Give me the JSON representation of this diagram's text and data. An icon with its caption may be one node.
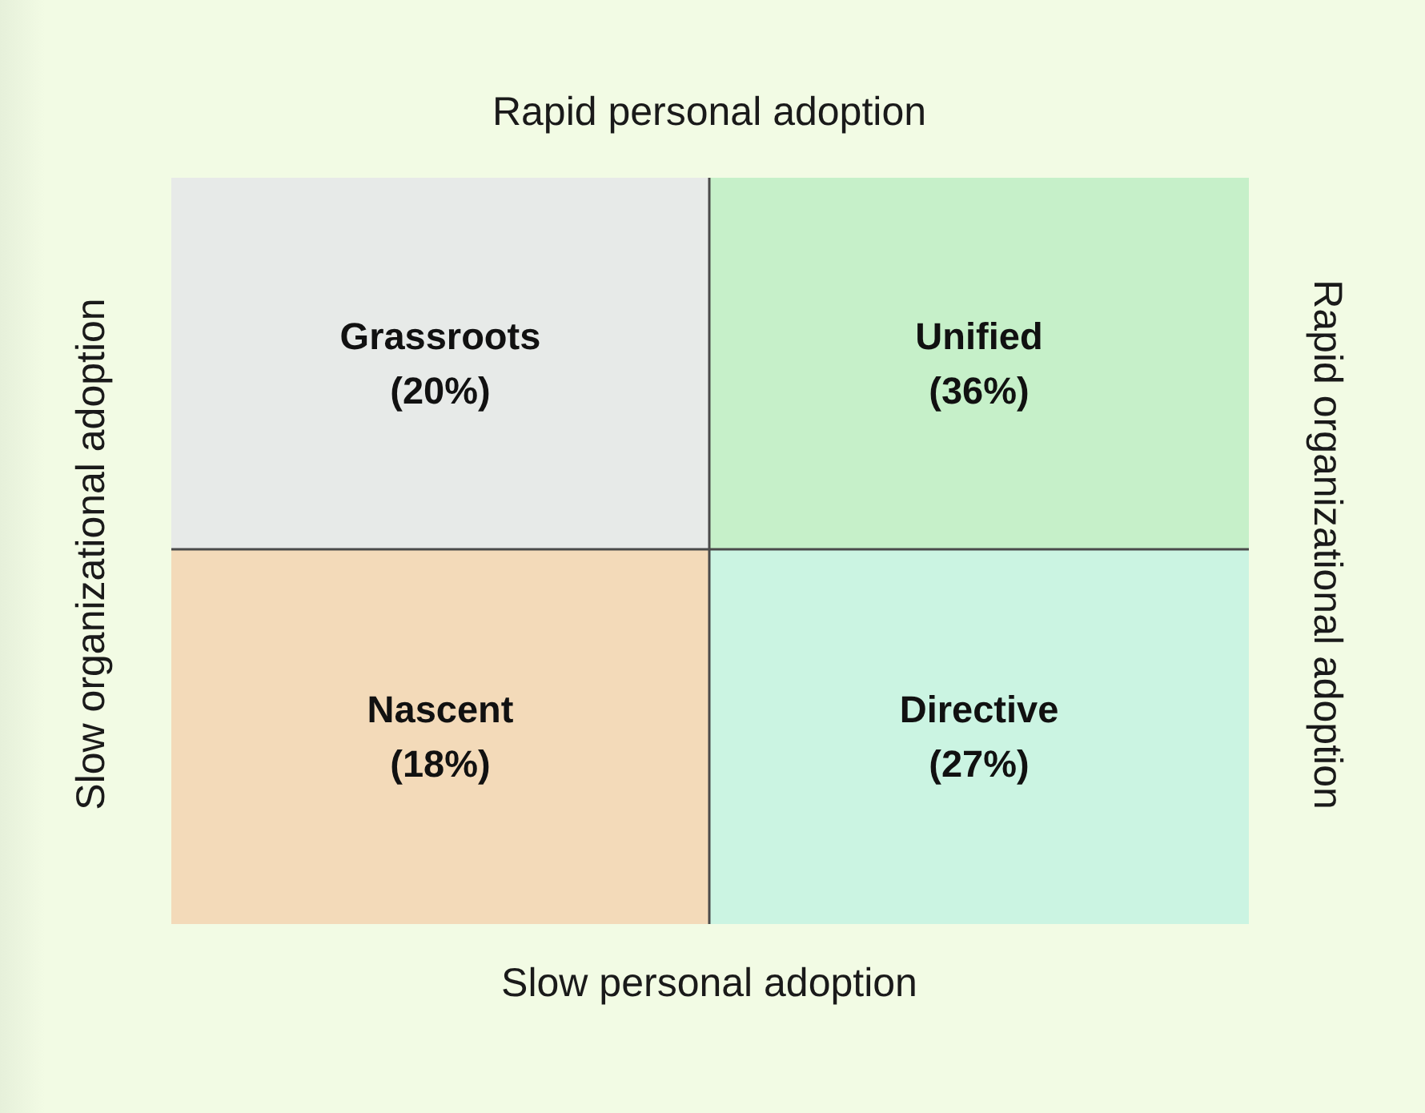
{
  "diagram": {
    "nodes": [
      {
        "text": [
          "Grassroots (20%)"
        ]
      },
      {
        "text": [
          "Unified (36%)"
        ]
      },
      {
        "text": [
          "Nascent (18%)"
        ]
      },
      {
        "text": [
          "Directive (27%)"
        ]
      }
    ],
    "labels": [
      "Rapid personal adoption",
      "Slow organizational adoption",
      "Rapid organizational adoption",
      "Slow personal adoption"
    ]
  }
}
